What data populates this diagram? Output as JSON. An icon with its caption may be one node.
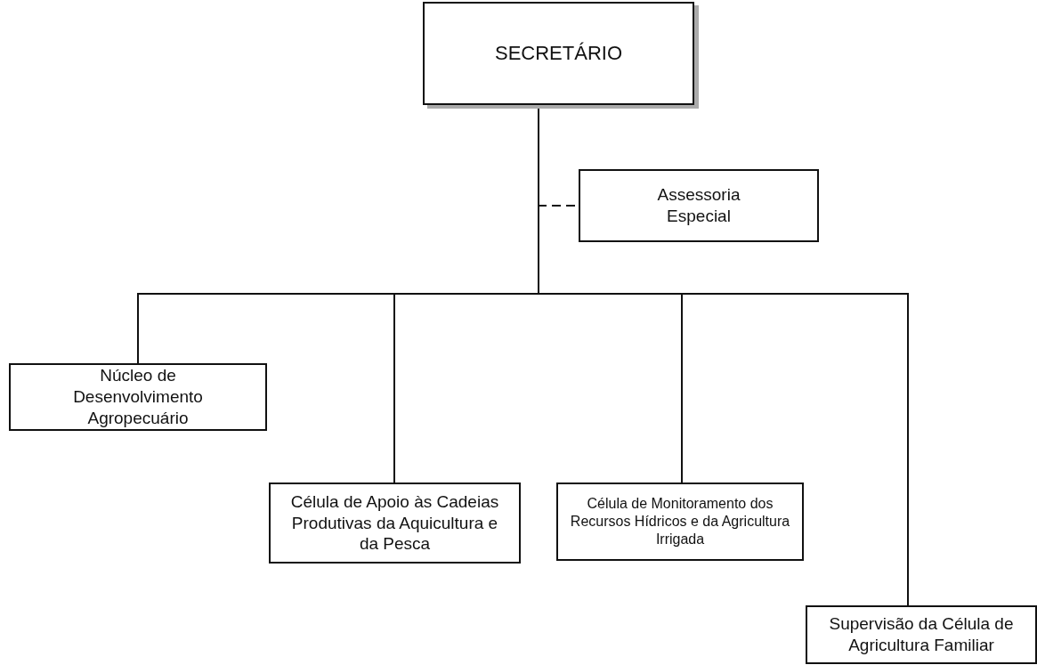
{
  "diagram": {
    "nodes": [
      {
        "text": [
          "SECRETÁRIO"
        ]
      },
      {
        "text": [
          "Assessoria Especial"
        ]
      },
      {
        "text": [
          "Núcleo de Desenvolvimento Agropecuário"
        ]
      },
      {
        "text": [
          "Célula de Apoio às Cadeias Produtivas da Aquicultura e da Pesca"
        ]
      },
      {
        "text": [
          "Célula de Monitoramento dos Recursos Hídricos e da Agricultura Irrigada"
        ]
      },
      {
        "text": [
          "Supervisão da Célula de Agricultura Familiar"
        ]
      }
    ],
    "edges": [
      {
        "from": 0,
        "to": 1,
        "arrow": "none",
        "style": "dashed"
      },
      {
        "from": 0,
        "to": 2,
        "arrow": "none"
      },
      {
        "from": 0,
        "to": 3,
        "arrow": "none"
      },
      {
        "from": 0,
        "to": 4,
        "arrow": "none"
      },
      {
        "from": 0,
        "to": 5,
        "arrow": "none"
      }
    ]
  }
}
